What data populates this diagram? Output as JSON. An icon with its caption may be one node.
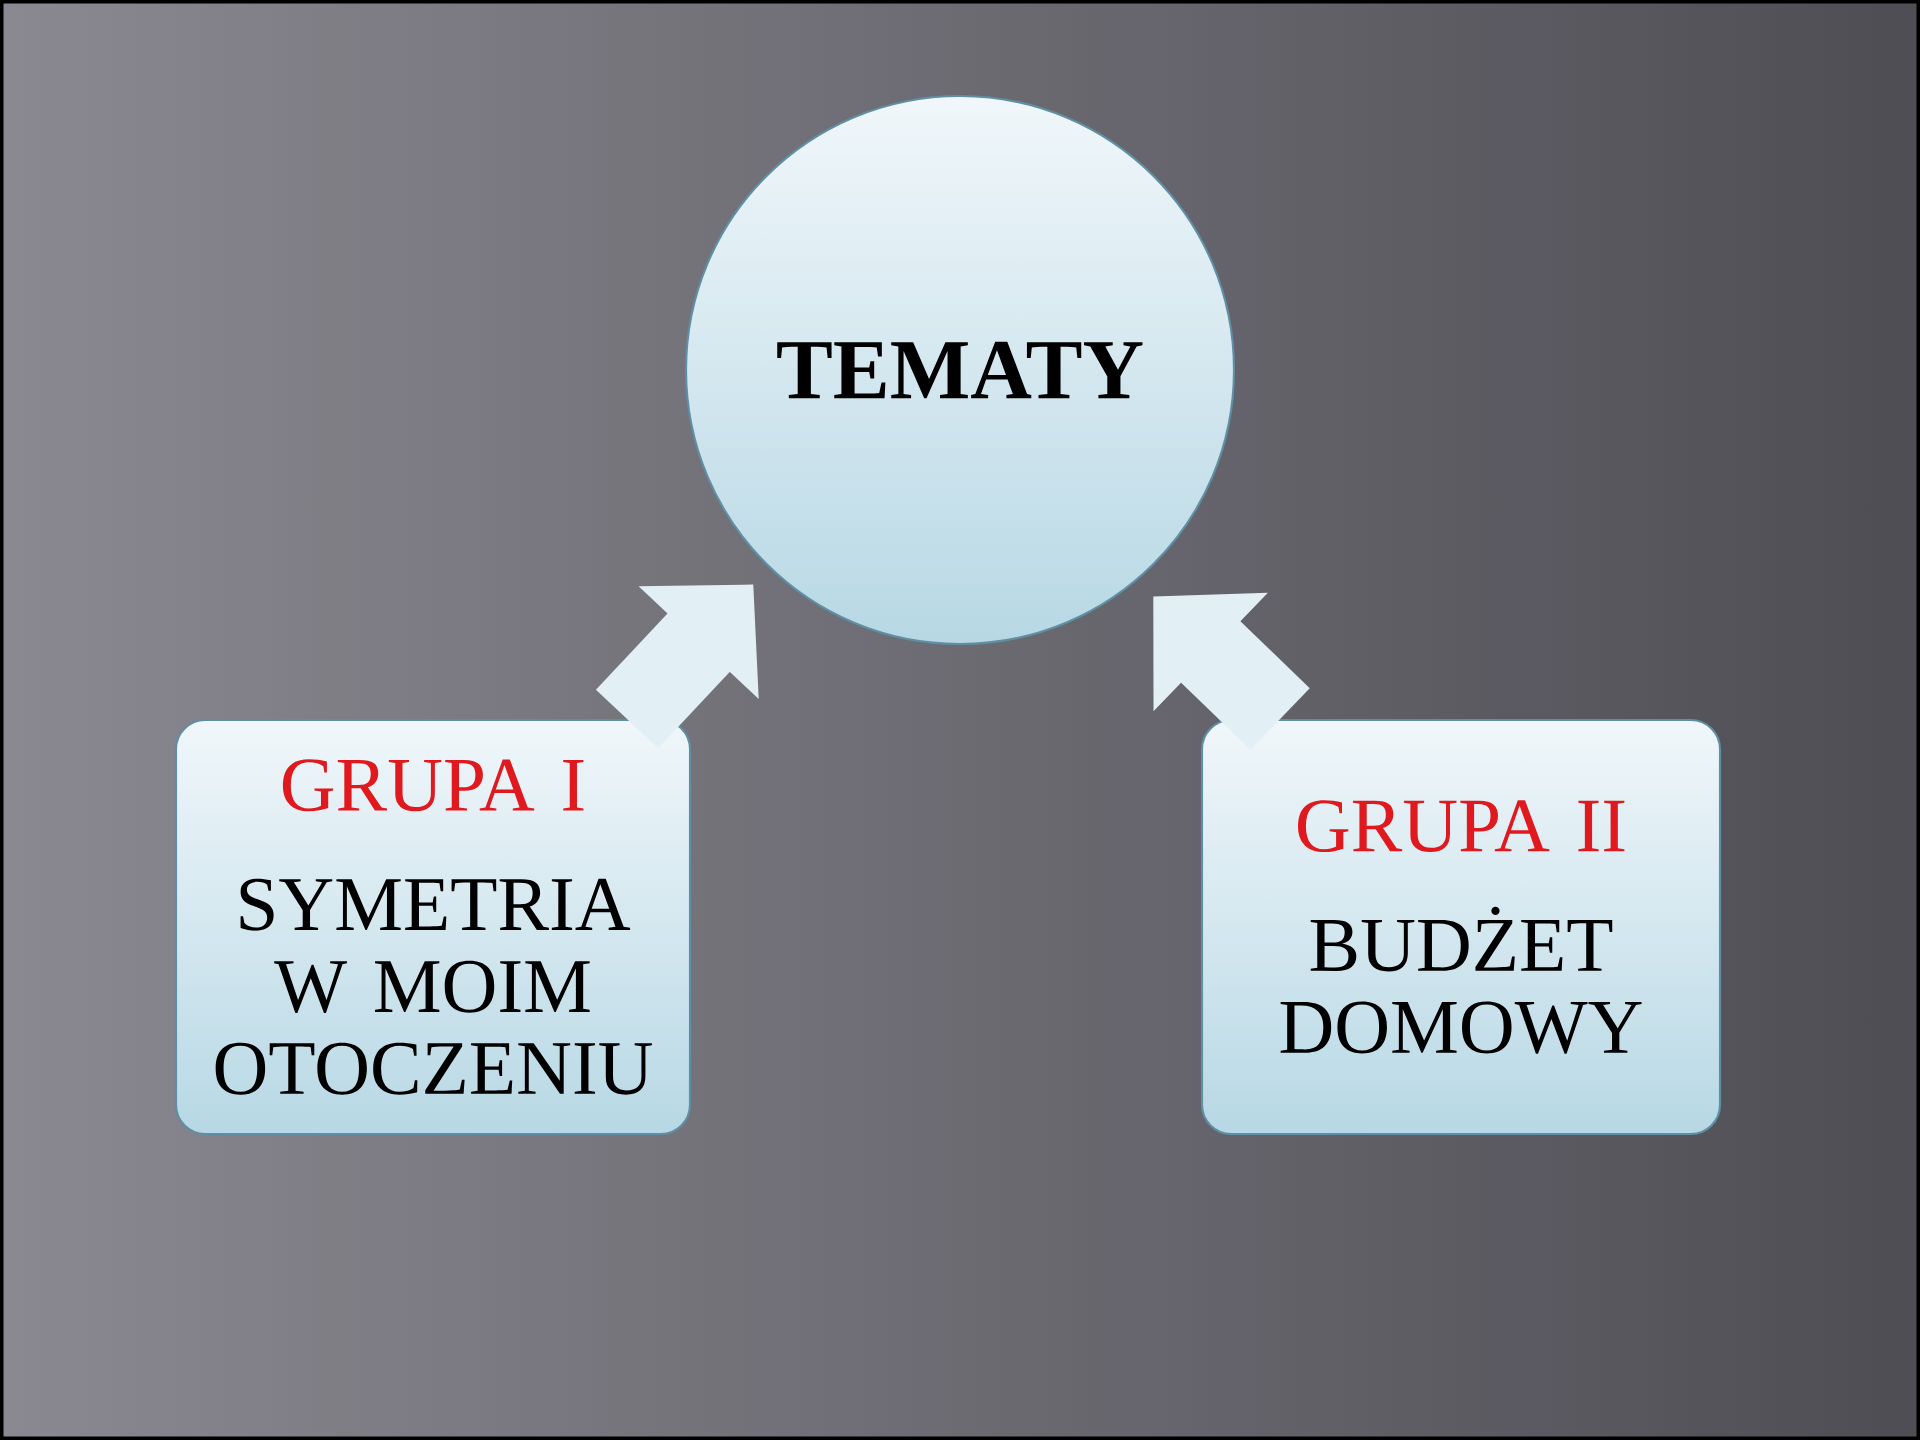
{
  "diagram": {
    "nodes": [
      {
        "text": [
          "TEMATY"
        ]
      },
      {
        "text": [
          "GRUPA I",
          "SYMETRIA W MOIM OTOCZENIU"
        ]
      },
      {
        "text": [
          "GRUPA II",
          "BUDŻET DOMOWY"
        ]
      }
    ],
    "edges": [
      {
        "from": 1,
        "to": 0,
        "arrow": "to"
      },
      {
        "from": 2,
        "to": 0,
        "arrow": "to"
      }
    ]
  }
}
